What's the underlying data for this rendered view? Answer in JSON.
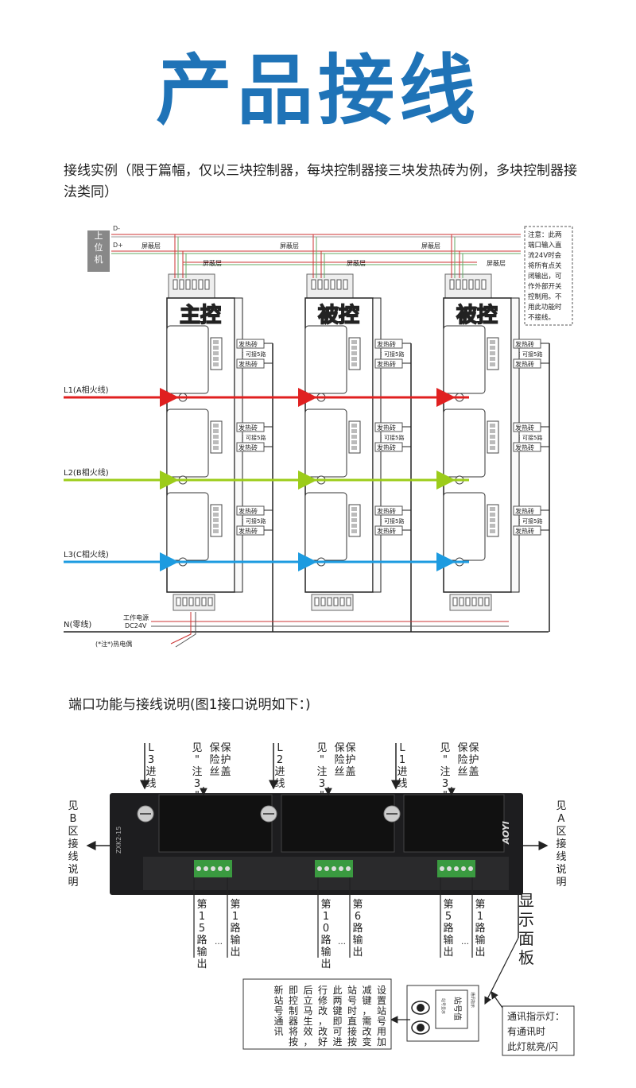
{
  "title": "产品接线",
  "intro": "接线实例（限于篇幅，仅以三块控制器，每块控制器接三块发热砖为例，多块控制器接法类同）",
  "top_diagram": {
    "host_label": "上位机",
    "d_minus": "D-",
    "d_plus": "D+",
    "shield_label": "屏蔽层",
    "controllers": [
      "主控",
      "被控",
      "被控"
    ],
    "heater_label": "发热砖",
    "can_connect": "可接5路",
    "phase_lines": [
      "L1(A相火线)",
      "L2(B相火线)",
      "L3(C相火线)"
    ],
    "neutral": "N(零线)",
    "power_label_1": "工作电源",
    "power_label_2": "DC24V",
    "thermo_label": "(*注*)热电偶",
    "note": [
      "注意：此两",
      "端口输入直",
      "流24V时会",
      "将所有点关",
      "闭输出，可",
      "作外部开关",
      "控制用。不",
      "用此功能时",
      "不接线。"
    ]
  },
  "section2_title": "端口功能与接线说明(图1接口说明如下：)",
  "bottom_diagram": {
    "top_labels": [
      "L3进线",
      "见\"注3\"",
      "保险丝保护盖",
      "L2进线",
      "见\"注3\"",
      "保险丝保护盖",
      "L1进线",
      "见\"注3\"",
      "保险丝保护盖"
    ],
    "left_side": "见B区接线说明",
    "right_side": "见A区接线说明",
    "brand": "AOYI",
    "model": "ZXK2-15",
    "bottom_labels": [
      "第15路输出",
      "第1路输出",
      "第10路输出",
      "第6路输出",
      "第5路输出",
      "第1路输出"
    ],
    "display_panel": "显示面板",
    "station_value": "站号值",
    "comm_indicator_small": "通讯指示",
    "station_display": "站号显示",
    "station_box": "设置站号用加减键，需改变站号时直接按此两键即可进行修改，改好后立马生效，即控制器将按新站号通讯",
    "comm_box": [
      "通讯指示灯：",
      "有通讯时",
      "此灯就亮/闪"
    ]
  }
}
